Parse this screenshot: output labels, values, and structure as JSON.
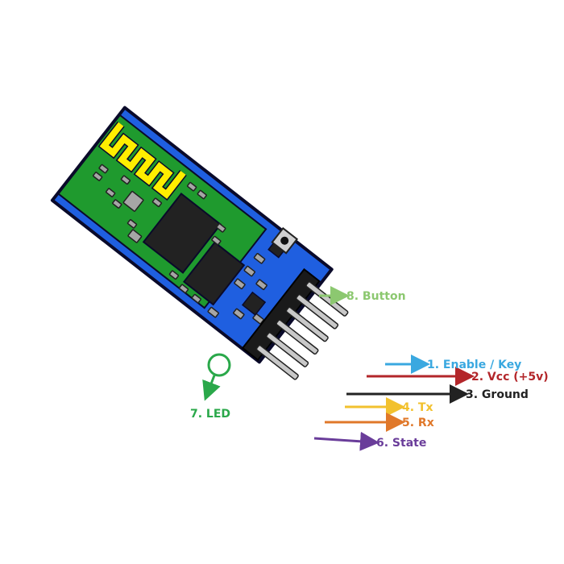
{
  "diagram": {
    "subject": "Bluetooth module pinout",
    "pins": [
      {
        "number": "1",
        "label": "1. Enable / Key",
        "color": "#3aa8e0"
      },
      {
        "number": "2",
        "label": "2. Vcc (+5v)",
        "color": "#b3262a"
      },
      {
        "number": "3",
        "label": "3. Ground",
        "color": "#222222"
      },
      {
        "number": "4",
        "label": "4. Tx",
        "color": "#f2c12e"
      },
      {
        "number": "5",
        "label": "5. Rx",
        "color": "#e0782a"
      },
      {
        "number": "6",
        "label": "6. State",
        "color": "#6a3d9a"
      }
    ],
    "callouts": [
      {
        "name": "led",
        "label": "7. LED",
        "color": "#2aa84a"
      },
      {
        "name": "button",
        "label": "8. Button",
        "color": "#8cc870"
      }
    ],
    "colors": {
      "board_blue": "#1f5fe0",
      "pcb_green": "#1f9a2e",
      "antenna_yellow": "#ffee00",
      "chip_black": "#222222",
      "component_gray": "#a6a6a6",
      "pin_silver": "#c8c8c8"
    }
  }
}
